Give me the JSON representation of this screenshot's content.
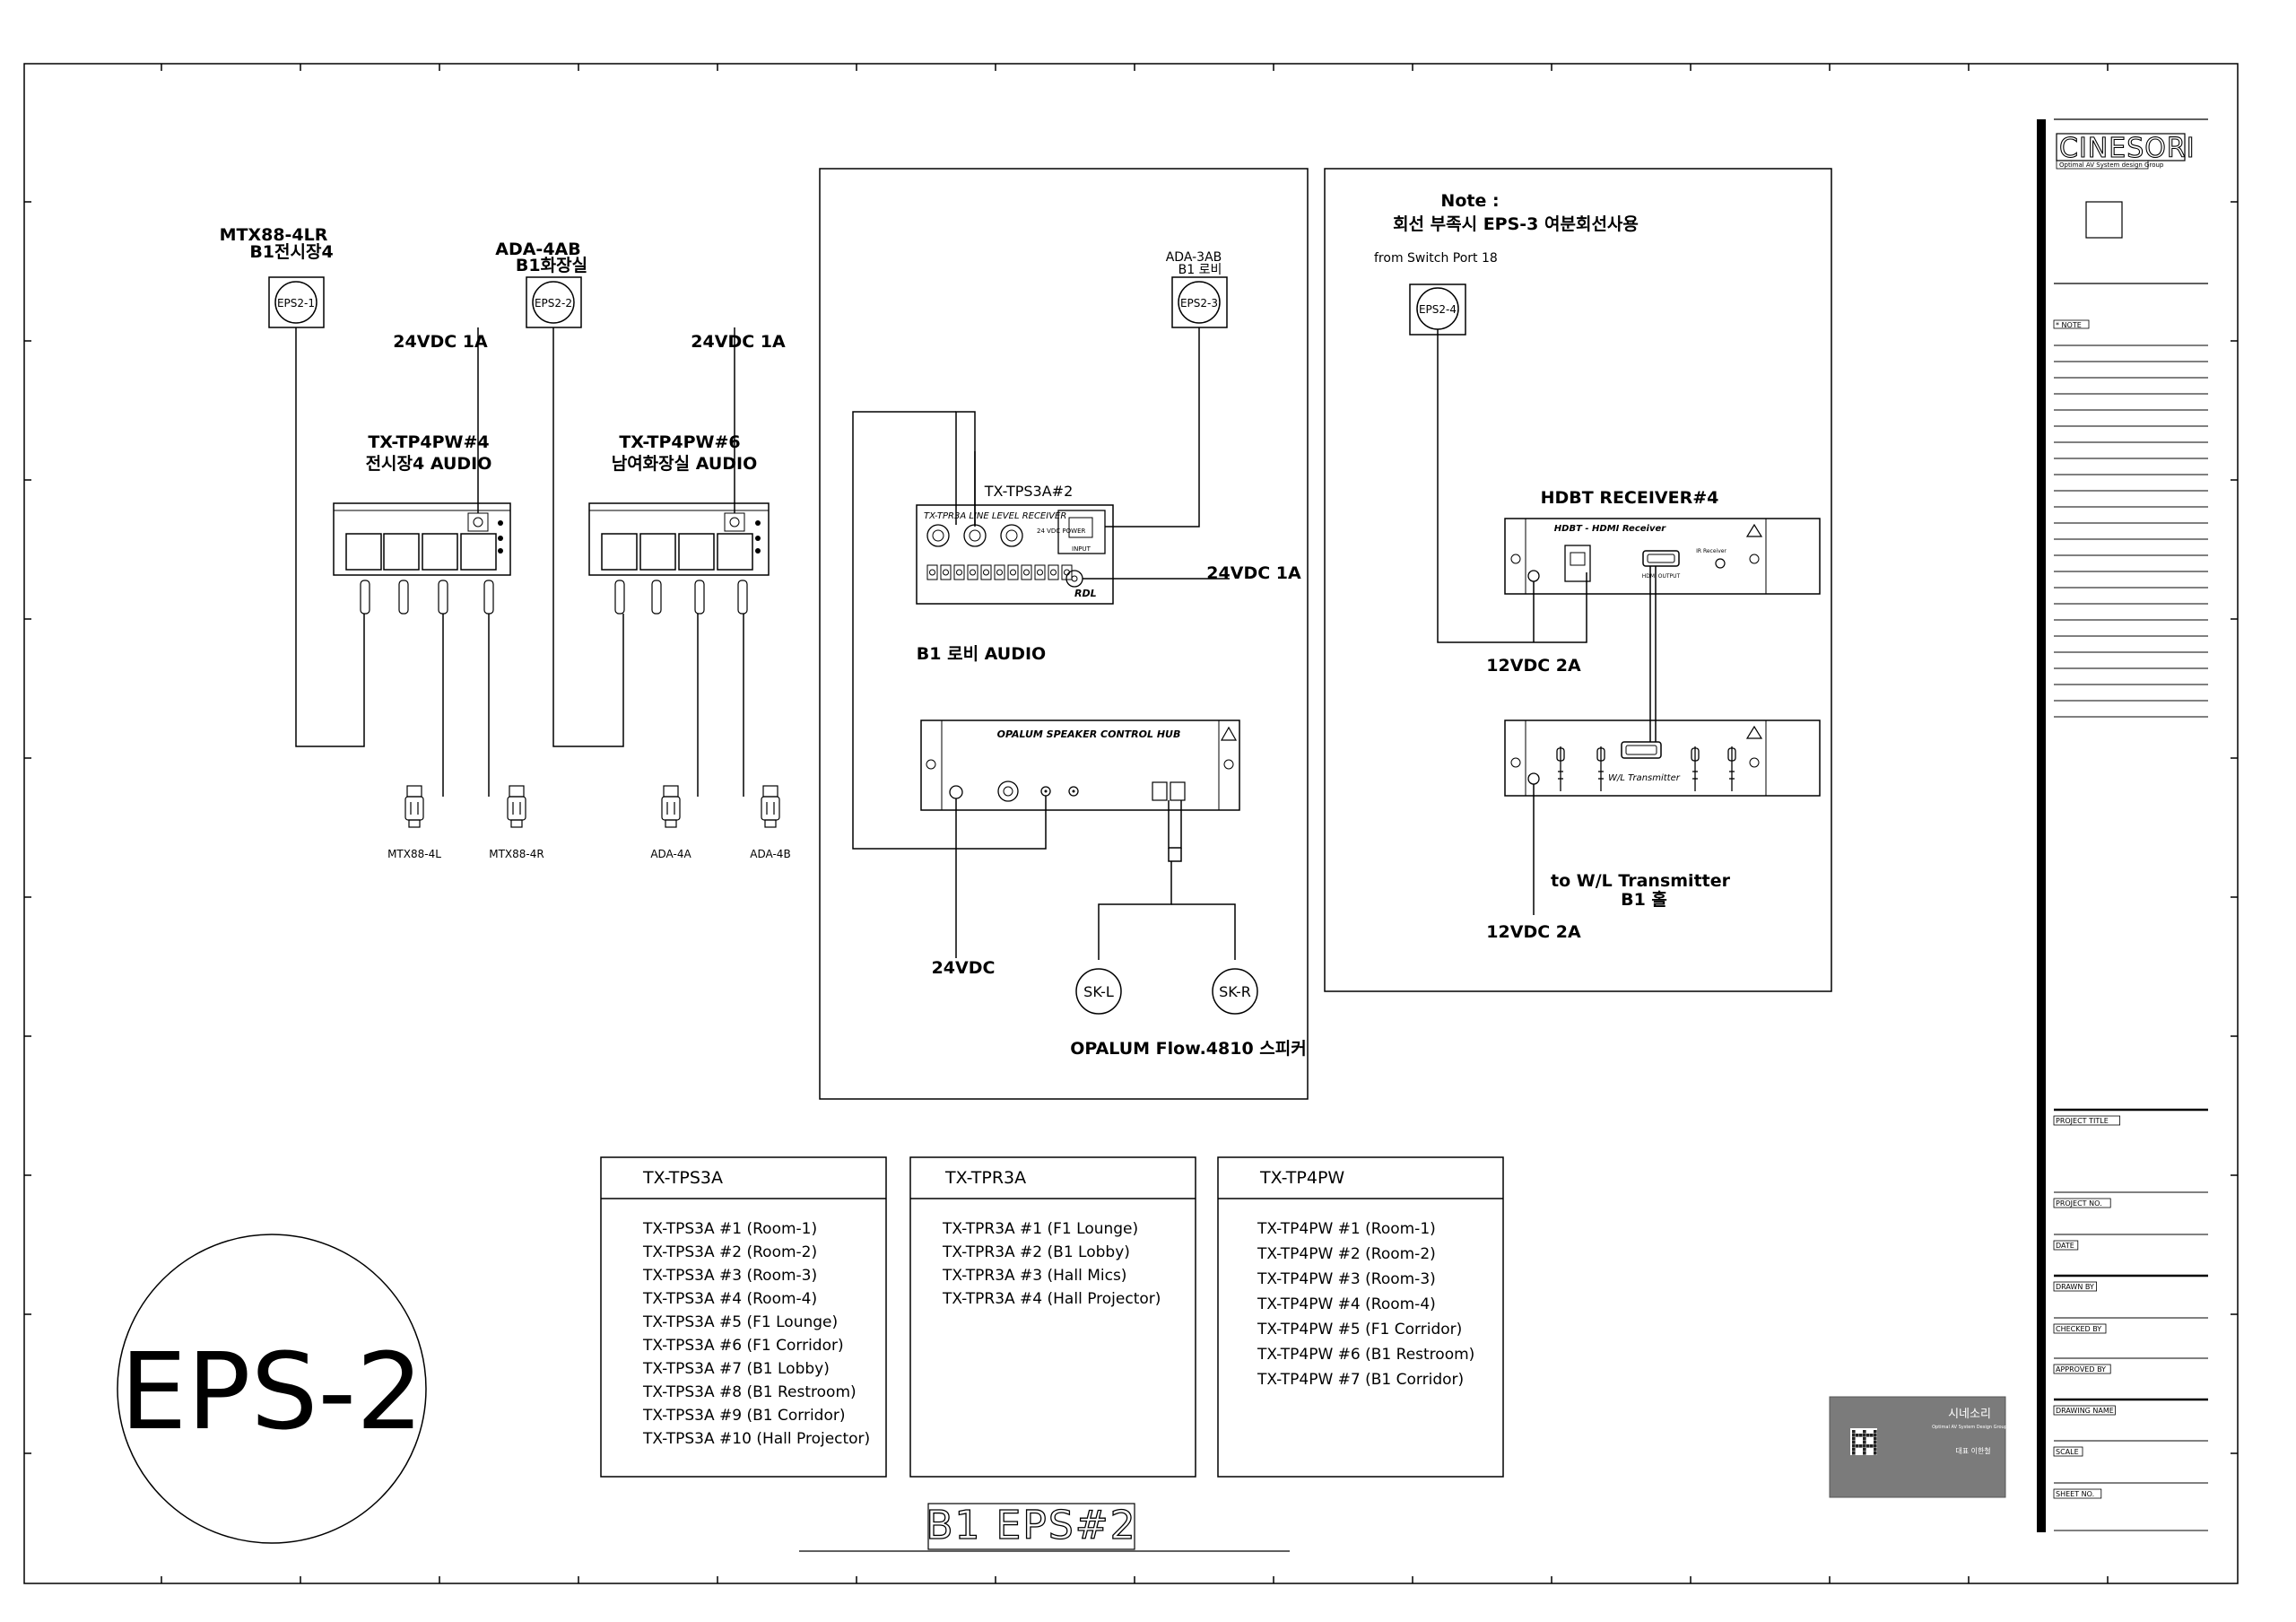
{
  "devices": {
    "eps2_1": {
      "tag": "EPS2-1",
      "model": "MTX88-4LR",
      "location": "B1전시장4"
    },
    "eps2_2": {
      "tag": "EPS2-2",
      "model": "ADA-4AB",
      "location": "B1화장실"
    },
    "eps2_3": {
      "tag": "EPS2-3",
      "model": "ADA-3AB",
      "location": "B1 로비"
    },
    "eps2_4": {
      "tag": "EPS2-4",
      "from": "from Switch Port 18"
    }
  },
  "power": {
    "p1": "24VDC 1A",
    "p2": "24VDC 1A",
    "p3": "24VDC 1A",
    "p4": "24VDC",
    "p5": "12VDC 2A",
    "p6": "12VDC 2A"
  },
  "tp4pw4": {
    "name": "TX-TP4PW#4",
    "desc": "전시장4 AUDIO",
    "out1": "MTX88-4L",
    "out2": "MTX88-4R"
  },
  "tp4pw6": {
    "name": "TX-TP4PW#6",
    "desc": "남여화장실 AUDIO",
    "out1": "ADA-4A",
    "out2": "ADA-4B"
  },
  "tps3a2": {
    "name": "TX-TPS3A#2",
    "panel": "TX-TPR3A LINE LEVEL RECEIVER",
    "input": "INPUT",
    "rdl": "RDL",
    "power": "24 VDC POWER",
    "desc": "B1 로비 AUDIO"
  },
  "opalum": {
    "panel": "OPALUM SPEAKER CONTROL HUB",
    "sk_l": "SK-L",
    "sk_r": "SK-R",
    "desc": "OPALUM Flow.4810 스피커"
  },
  "note": {
    "title": "Note :",
    "text": "회선 부족시 EPS-3 여분회선사용"
  },
  "hdbt": {
    "title": "HDBT RECEIVER#4",
    "panel": "HDBT - HDMI Receiver",
    "hdmi_out": "HDMI OUTPUT",
    "ir": "IR Receiver",
    "wl": "W/L Transmitter",
    "dest1": "to W/L Transmitter",
    "dest2": "B1 홀"
  },
  "tables": [
    {
      "title": "TX-TPS3A",
      "rows": [
        "TX-TPS3A #1 (Room-1)",
        "TX-TPS3A #2 (Room-2)",
        "TX-TPS3A #3 (Room-3)",
        "TX-TPS3A #4 (Room-4)",
        "TX-TPS3A #5 (F1 Lounge)",
        "TX-TPS3A #6 (F1 Corridor)",
        "TX-TPS3A #7 (B1 Lobby)",
        "TX-TPS3A #8 (B1 Restroom)",
        "TX-TPS3A #9 (B1 Corridor)",
        "TX-TPS3A #10 (Hall Projector)"
      ]
    },
    {
      "title": "TX-TPR3A",
      "rows": [
        "TX-TPR3A #1 (F1 Lounge)",
        "TX-TPR3A #2 (B1 Lobby)",
        "TX-TPR3A #3 (Hall Mics)",
        "TX-TPR3A #4 (Hall Projector)"
      ]
    },
    {
      "title": "TX-TP4PW",
      "rows": [
        "TX-TP4PW #1 (Room-1)",
        "TX-TP4PW #2 (Room-2)",
        "TX-TP4PW #3 (Room-3)",
        "TX-TP4PW #4 (Room-4)",
        "TX-TP4PW #5 (F1 Corridor)",
        "TX-TP4PW #6 (B1 Restroom)",
        "TX-TP4PW #7 (B1 Corridor)"
      ]
    }
  ],
  "badge": "EPS-2",
  "sheet_title": "B1 EPS#2",
  "title_block": {
    "brand": "CINESORI",
    "tagline": "Optimal AV System design Group",
    "note": "* NOTE",
    "fields": [
      "PROJECT TITLE",
      "PROJECT NO.",
      "DATE",
      "DRAWN BY",
      "CHECKED BY",
      "APPROVED BY",
      "DRAWING NAME",
      "SCALE",
      "SHEET NO."
    ]
  },
  "card": {
    "company": "시네소리",
    "sub": "Optimal AV System Design Group",
    "person": "대표 이한철"
  }
}
